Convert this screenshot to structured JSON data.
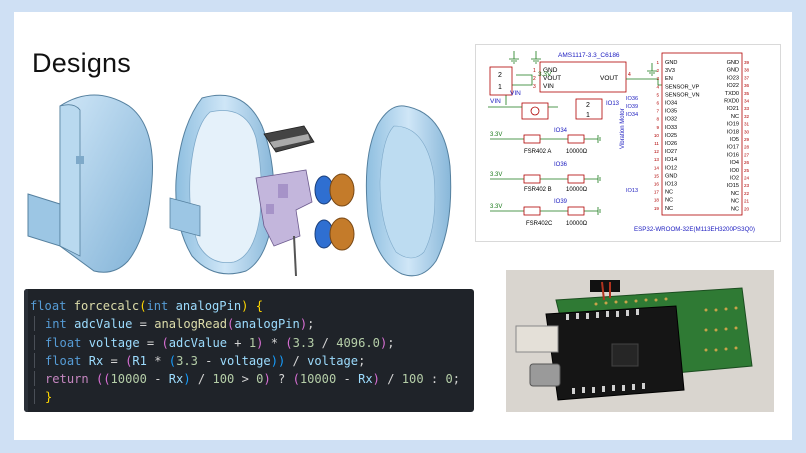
{
  "slide": {
    "title": "Designs"
  },
  "code": {
    "lines": [
      [
        "float",
        "forcecalc",
        "(",
        "int",
        "analogPin",
        ") {"
      ],
      [
        "int",
        "adcValue",
        " = ",
        "analogRead",
        "(",
        "analogPin",
        ");"
      ]
    ],
    "l1": {
      "kw": "float",
      "fn": "forcecalc",
      "p1": "(",
      "ty": "int",
      "arg": "analogPin",
      "p2": ")",
      "tail": " {"
    },
    "l2": {
      "ty": "int",
      "var": "adcValue",
      "eq": " = ",
      "fn": "analogRead",
      "p1": "(",
      "arg": "analogPin",
      "p2": ")",
      "end": ";"
    },
    "l3": {
      "ty": "float",
      "var": "voltage",
      "eq": " = ",
      "p1": "(",
      "v1": "adcValue",
      "op1": " + ",
      "n1": "1",
      "p2": ")",
      "op2": " * ",
      "p3": "(",
      "n2": "3.3",
      "op3": " / ",
      "n3": "4096.0",
      "p4": ")",
      "end": ";"
    },
    "l4": {
      "ty": "float",
      "var": "Rx",
      "eq": " = ",
      "p1": "(",
      "v1": "R1",
      "op1": " * ",
      "p2": "(",
      "n1": "3.3",
      "op2": " - ",
      "v2": "voltage",
      "p3": "))",
      "op3": " / ",
      "v3": "voltage",
      "end": ";"
    },
    "l5": {
      "kw": "return",
      "sp": " ",
      "p1": "((",
      "n1": "10000",
      "op1": " - ",
      "v1": "Rx",
      "p2": ")",
      "op2": " / ",
      "n2": "100",
      "op3": " > ",
      "n3": "0",
      "p3": ")",
      "q": " ? ",
      "p4": "(",
      "n4": "10000",
      "op4": " - ",
      "v2": "Rx",
      "p5": ")",
      "op5": " / ",
      "n5": "100",
      "c": " : ",
      "n6": "0",
      "end": ";"
    },
    "l6": {
      "close": "}"
    }
  },
  "schematic": {
    "regulator_part": "AMS1117-3.3_C6186",
    "regulator_pins": [
      "GND",
      "VOUT",
      "VIN",
      "VOUT"
    ],
    "regulator_pin_nums": [
      "1",
      "2",
      "3",
      "4"
    ],
    "vin_label": "VIN",
    "rail_33": "3.3V",
    "conn1_pins": [
      "2",
      "1"
    ],
    "conn2_pins": [
      "2",
      "1"
    ],
    "motor_label": "Vibration Motor",
    "io13": "IO13",
    "sensors": [
      {
        "name": "FSR402 A",
        "io": "IO34",
        "res": "10000Ω",
        "rail": "3.3V"
      },
      {
        "name": "FSR402 B",
        "io": "IO36",
        "res": "10000Ω",
        "rail": "3.3V"
      },
      {
        "name": "FSR402C",
        "io": "IO39",
        "res": "10000Ω",
        "rail": "3.3V"
      }
    ],
    "mcu_left_nets": [
      "IO36",
      "IO39",
      "IO34",
      "IO13"
    ],
    "mcu_left": [
      "GND",
      "3V3",
      "EN",
      "SENSOR_VP",
      "SENSOR_VN",
      "IO34",
      "IO35",
      "IO32",
      "IO33",
      "IO25",
      "IO26",
      "IO27",
      "IO14",
      "IO12",
      "GND",
      "IO13",
      "NC",
      "NC",
      "NC"
    ],
    "mcu_right": [
      "GND",
      "GND",
      "IO23",
      "IO22",
      "TXD0",
      "RXD0",
      "IO21",
      "NC",
      "IO19",
      "IO18",
      "IO5",
      "IO17",
      "IO16",
      "IO4",
      "IO0",
      "IO2",
      "IO15",
      "NC",
      "NC",
      "NC"
    ],
    "mcu_right_nums": [
      "39",
      "38",
      "37",
      "36",
      "35",
      "34",
      "33",
      "32",
      "31",
      "30",
      "29",
      "28",
      "27",
      "26",
      "25",
      "24",
      "23",
      "22",
      "21",
      "20"
    ],
    "mcu_left_nums": [
      "1",
      "2",
      "3",
      "4",
      "5",
      "6",
      "7",
      "8",
      "9",
      "10",
      "11",
      "12",
      "13",
      "14",
      "15",
      "16",
      "17",
      "18",
      "19"
    ],
    "mcu_name": "ESP32-WROOM-32E(M113EH3200PS3Q0)"
  },
  "colors": {
    "frame": "#cfe0f4",
    "code_bg": "#1f2329",
    "cad_part": "#a9cfe9",
    "wire": "#1a7a1a",
    "net": "#1b1bbf",
    "pcb": "#1f6b2a"
  }
}
